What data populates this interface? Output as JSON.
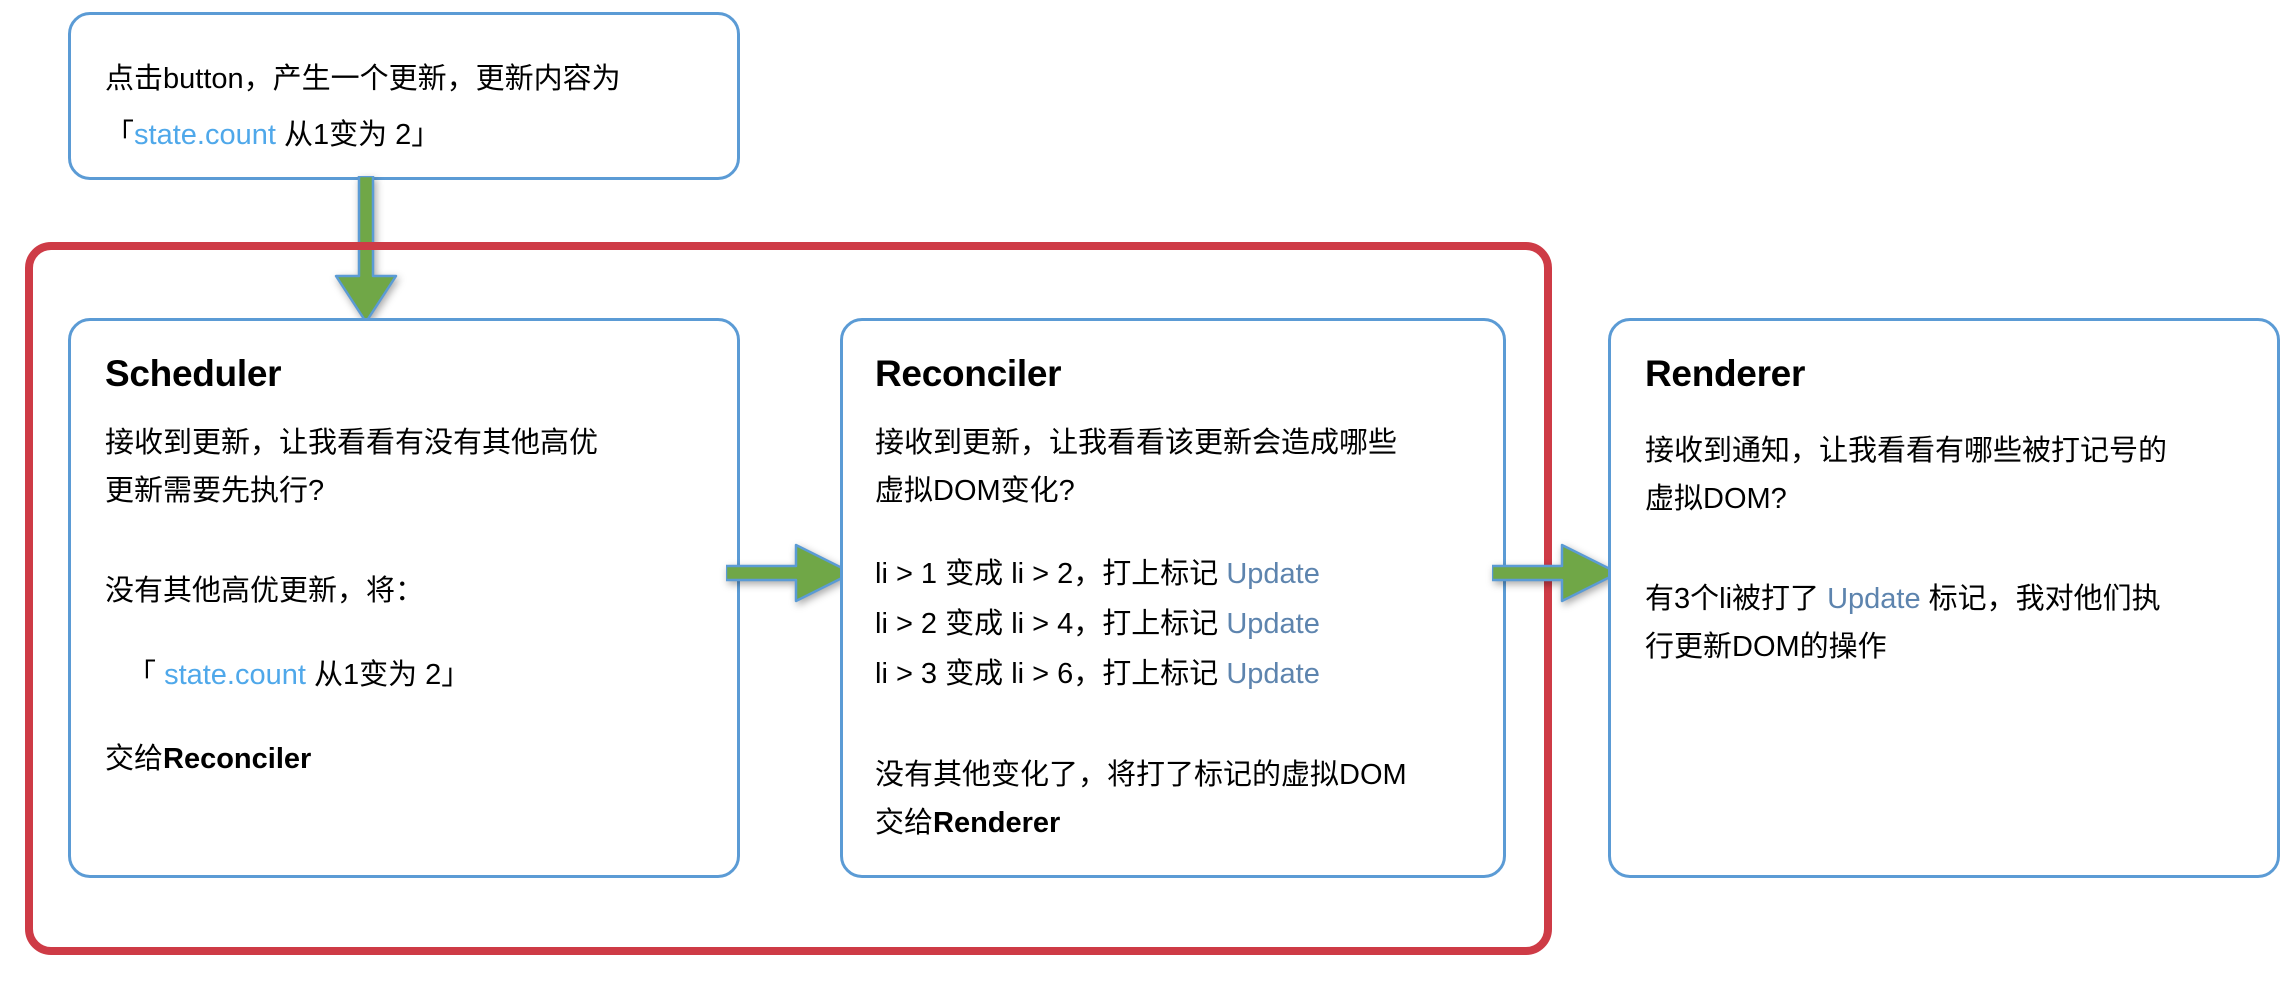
{
  "diagram": {
    "title_hidden": "React 更新流程：Scheduler → Reconciler → Renderer",
    "accent_red": "#CE3B46",
    "accent_blue_border": "#5B9BD5",
    "accent_green_arrow": "#70A747",
    "ident_blue": "#4FA8EA",
    "tag_blue": "#5D84AE"
  },
  "trigger": {
    "line1": "点击button，产生一个更新，更新内容为",
    "line2_open": "「",
    "line2_ident": "state.count",
    "line2_rest": " 从1变为 2」"
  },
  "scheduler": {
    "title": "Scheduler",
    "question_line1": "接收到更新，让我看看有没有其他高优",
    "question_line2": "更新需要先执行?",
    "answer": "没有其他高优更新，将：",
    "payload_open": "「 ",
    "payload_ident": "state.count",
    "payload_rest": " 从1变为 2」",
    "handoff_prefix": "交给",
    "handoff_target": "Reconciler"
  },
  "reconciler": {
    "title": "Reconciler",
    "question_line1": "接收到更新，让我看看该更新会造成哪些",
    "question_line2": "虚拟DOM变化?",
    "changes": [
      {
        "from": "li > 1",
        "middle": " 变成 ",
        "to": "li > 2",
        "suffix": "，打上标记 ",
        "tag": "Update"
      },
      {
        "from": "li > 2",
        "middle": " 变成 ",
        "to": "li > 4",
        "suffix": "，打上标记 ",
        "tag": "Update"
      },
      {
        "from": "li > 3",
        "middle": " 变成 ",
        "to": "li > 6",
        "suffix": "，打上标记 ",
        "tag": "Update"
      }
    ],
    "summary_line1": "没有其他变化了，将打了标记的虚拟DOM",
    "handoff_prefix": "交给",
    "handoff_target": "Renderer"
  },
  "renderer": {
    "title": "Renderer",
    "question_line1": "接收到通知，让我看看有哪些被打记号的",
    "question_line2": "虚拟DOM?",
    "result_prefix": "有3个li被打了 ",
    "result_tag": "Update",
    "result_mid": " 标记，我对他们执",
    "result_line2": "行更新DOM的操作"
  },
  "arrows": {
    "down": "arrow-down",
    "right_1": "arrow-right",
    "right_2": "arrow-right"
  }
}
